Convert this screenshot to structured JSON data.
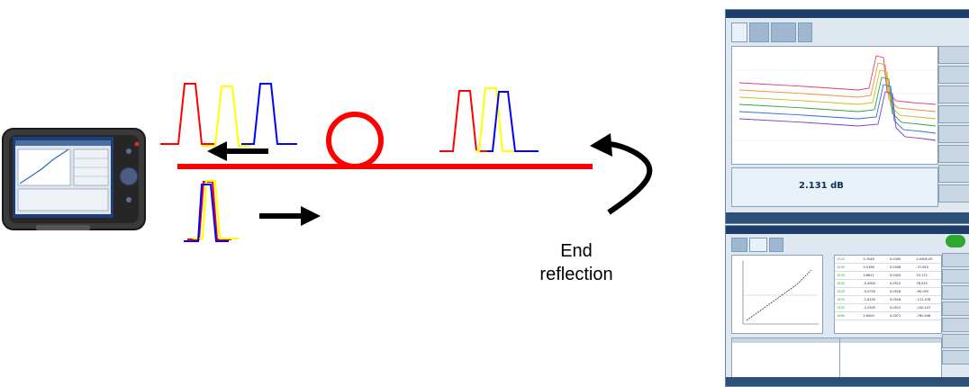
{
  "labels": {
    "end_reflection_line1": "End",
    "end_reflection_line2": "reflection"
  },
  "colors": {
    "fiber": "#ff0000",
    "pulse_red": "#ff0000",
    "pulse_yellow": "#ffff00",
    "pulse_blue": "#0000ff",
    "arrow": "#000000"
  },
  "screenshot_top": {
    "loss_readout": "2.131 dB"
  },
  "screenshot_bottom": {
    "table_rows": [
      [
        "1525",
        "0.7048",
        "0.0450",
        "2.000E-05"
      ],
      [
        "1530",
        "0.5196",
        "0.0508",
        "-37.615"
      ],
      [
        "1535",
        "0.6611",
        "0.0420",
        "53.172"
      ],
      [
        "1540",
        "-0.4900",
        "0.0512",
        "76.035"
      ],
      [
        "1545",
        "-0.0750",
        "0.0518",
        "-90.093"
      ],
      [
        "1550",
        "-1.6150",
        "0.0518",
        "-111.476"
      ],
      [
        "1555",
        "-2.2505",
        "0.0512",
        "-150.147"
      ],
      [
        "1560",
        "2.6500",
        "0.0071",
        "-760.946"
      ]
    ]
  }
}
